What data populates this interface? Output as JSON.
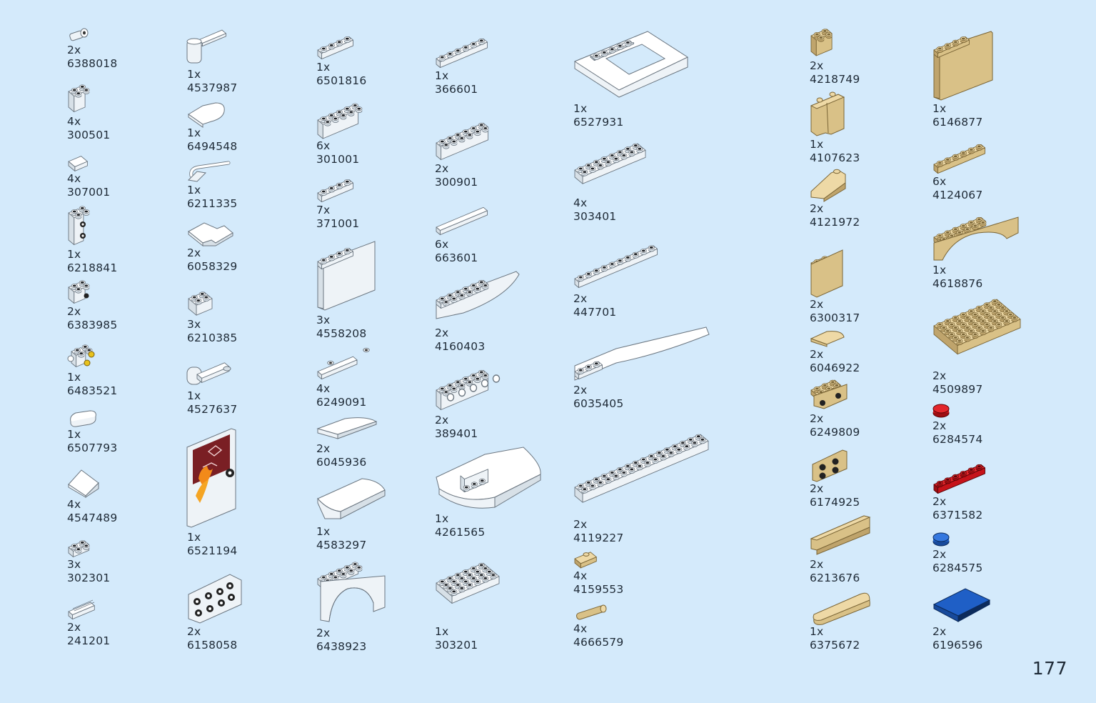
{
  "page_number": "177",
  "colors": {
    "background": "#d4eafb",
    "white": "#ffffff",
    "tan": "#e2cc96",
    "dark_red": "#7a1f24",
    "red": "#d20f16",
    "blue": "#1f5fc6"
  },
  "parts": [
    {
      "qty": "2x",
      "id": "6388018",
      "color": "white",
      "icon": "lever-base-icon"
    },
    {
      "qty": "4x",
      "id": "300501",
      "color": "white",
      "icon": "brick-1x1-icon"
    },
    {
      "qty": "4x",
      "id": "307001",
      "color": "white",
      "icon": "plate-1x1-icon"
    },
    {
      "qty": "1x",
      "id": "6218841",
      "color": "white",
      "icon": "brick-1x1x2-studs-icon"
    },
    {
      "qty": "2x",
      "id": "6383985",
      "color": "white",
      "icon": "brick-1x1-side-stud-icon"
    },
    {
      "qty": "1x",
      "id": "6483521",
      "color": "white",
      "icon": "brick-four-side-studs-icon"
    },
    {
      "qty": "1x",
      "id": "6507793",
      "color": "white",
      "icon": "tile-round-end-icon"
    },
    {
      "qty": "4x",
      "id": "4547489",
      "color": "white",
      "icon": "slope-1x1-icon"
    },
    {
      "qty": "3x",
      "id": "302301",
      "color": "white",
      "icon": "plate-1x2-icon"
    },
    {
      "qty": "2x",
      "id": "241201",
      "color": "white",
      "icon": "grille-tile-icon"
    },
    {
      "qty": "1x",
      "id": "4537987",
      "color": "white",
      "icon": "hinge-plate-icon"
    },
    {
      "qty": "1x",
      "id": "6494548",
      "color": "white",
      "icon": "round-tile-icon"
    },
    {
      "qty": "1x",
      "id": "6211335",
      "color": "white",
      "icon": "bar-clip-icon"
    },
    {
      "qty": "2x",
      "id": "6058329",
      "color": "white",
      "icon": "corner-tile-icon"
    },
    {
      "qty": "3x",
      "id": "6210385",
      "color": "white",
      "icon": "plate-studs-icon"
    },
    {
      "qty": "1x",
      "id": "4527637",
      "color": "white",
      "icon": "clip-plate-icon"
    },
    {
      "qty": "1x",
      "id": "6521194",
      "color": "white",
      "icon": "printed-panel-icon"
    },
    {
      "qty": "2x",
      "id": "6158058",
      "color": "white",
      "icon": "bracket-studs-icon"
    },
    {
      "qty": "1x",
      "id": "6501816",
      "color": "white",
      "icon": "plate-1x4-icon"
    },
    {
      "qty": "6x",
      "id": "301001",
      "color": "white",
      "icon": "brick-1x4-icon"
    },
    {
      "qty": "7x",
      "id": "371001",
      "color": "white",
      "icon": "plate-1x4-icon"
    },
    {
      "qty": "3x",
      "id": "4558208",
      "color": "white",
      "icon": "panel-1x4-icon"
    },
    {
      "qty": "4x",
      "id": "6249091",
      "color": "white",
      "icon": "tile-studs-icon"
    },
    {
      "qty": "2x",
      "id": "6045936",
      "color": "white",
      "icon": "wedge-tile-icon"
    },
    {
      "qty": "1x",
      "id": "4583297",
      "color": "white",
      "icon": "slope-curved-icon"
    },
    {
      "qty": "2x",
      "id": "6438923",
      "color": "white",
      "icon": "arch-icon"
    },
    {
      "qty": "1x",
      "id": "366601",
      "color": "white",
      "icon": "plate-1x6-icon"
    },
    {
      "qty": "2x",
      "id": "300901",
      "color": "white",
      "icon": "brick-1x6-icon"
    },
    {
      "qty": "6x",
      "id": "663601",
      "color": "white",
      "icon": "tile-1x6-icon"
    },
    {
      "qty": "2x",
      "id": "4160403",
      "color": "white",
      "icon": "curved-slope-icon"
    },
    {
      "qty": "2x",
      "id": "389401",
      "color": "white",
      "icon": "technic-brick-icon"
    },
    {
      "qty": "1x",
      "id": "4261565",
      "color": "white",
      "icon": "curved-wedge-icon"
    },
    {
      "qty": "1x",
      "id": "303201",
      "color": "white",
      "icon": "plate-4x6-icon"
    },
    {
      "qty": "1x",
      "id": "6527931",
      "color": "white",
      "icon": "window-frame-icon"
    },
    {
      "qty": "4x",
      "id": "303401",
      "color": "white",
      "icon": "plate-2x8-icon"
    },
    {
      "qty": "2x",
      "id": "447701",
      "color": "white",
      "icon": "plate-1x10-icon"
    },
    {
      "qty": "2x",
      "id": "6035405",
      "color": "white",
      "icon": "wing-wedge-icon"
    },
    {
      "qty": "2x",
      "id": "4119227",
      "color": "white",
      "icon": "plate-2x16-icon"
    },
    {
      "qty": "4x",
      "id": "4159553",
      "color": "tan",
      "icon": "tile-jumper-icon"
    },
    {
      "qty": "4x",
      "id": "4666579",
      "color": "tan",
      "icon": "pin-icon"
    },
    {
      "qty": "2x",
      "id": "4218749",
      "color": "tan",
      "icon": "brick-round-icon"
    },
    {
      "qty": "1x",
      "id": "4107623",
      "color": "tan",
      "icon": "minifig-legs-icon"
    },
    {
      "qty": "2x",
      "id": "4121972",
      "color": "tan",
      "icon": "slope-brick-icon"
    },
    {
      "qty": "2x",
      "id": "6300317",
      "color": "tan",
      "icon": "panel-1x1x3-icon"
    },
    {
      "qty": "2x",
      "id": "6046922",
      "color": "tan",
      "icon": "quarter-round-tile-icon"
    },
    {
      "qty": "2x",
      "id": "6249809",
      "color": "tan",
      "icon": "bracket-side-studs-icon"
    },
    {
      "qty": "2x",
      "id": "6174925",
      "color": "tan",
      "icon": "bracket-2x2-icon"
    },
    {
      "qty": "2x",
      "id": "6213676",
      "color": "tan",
      "icon": "brick-ledge-icon"
    },
    {
      "qty": "1x",
      "id": "6375672",
      "color": "tan",
      "icon": "round-brick-long-icon"
    },
    {
      "qty": "1x",
      "id": "6146877",
      "color": "tan",
      "icon": "panel-tall-icon"
    },
    {
      "qty": "6x",
      "id": "4124067",
      "color": "tan",
      "icon": "plate-1x6-icon"
    },
    {
      "qty": "1x",
      "id": "4618876",
      "color": "tan",
      "icon": "arch-1x6-icon"
    },
    {
      "qty": "2x",
      "id": "4509897",
      "color": "tan",
      "icon": "plate-6x8-icon"
    },
    {
      "qty": "2x",
      "id": "6284574",
      "color": "red",
      "icon": "round-plate-icon"
    },
    {
      "qty": "2x",
      "id": "6371582",
      "color": "red",
      "icon": "plate-1x6-icon"
    },
    {
      "qty": "2x",
      "id": "6284575",
      "color": "blue",
      "icon": "round-plate-icon"
    },
    {
      "qty": "2x",
      "id": "6196596",
      "color": "blue",
      "icon": "tile-2x2-icon"
    }
  ]
}
